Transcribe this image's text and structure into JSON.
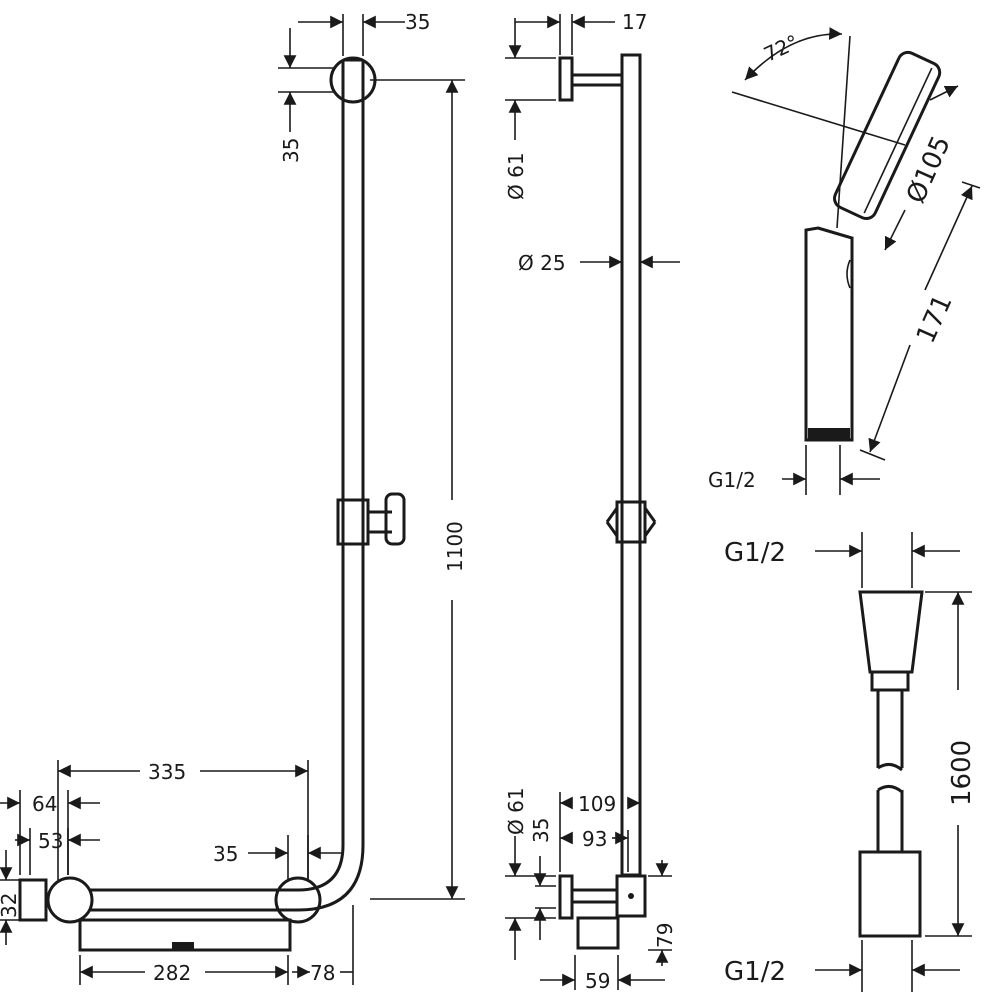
{
  "diagram": {
    "front_view": {
      "dim_top_width": "35",
      "dim_top_offset": "35",
      "dim_height": "1100",
      "dim_bottom_length": "335",
      "dim_64": "64",
      "dim_53": "53",
      "dim_35_bend": "35",
      "dim_32": "32",
      "dim_282": "282",
      "dim_78": "78"
    },
    "side_view": {
      "dim_17": "17",
      "dim_dia_61_top": "Ø 61",
      "dim_dia_25": "Ø 25",
      "dim_dia_61_bottom": "Ø 61",
      "dim_35": "35",
      "dim_109": "109",
      "dim_93": "93",
      "dim_79": "79",
      "dim_59": "59"
    },
    "hand_shower": {
      "dim_angle": "72°",
      "dim_dia_105": "Ø105",
      "dim_171": "171",
      "dim_thread": "G1/2"
    },
    "hose": {
      "thread_top": "G1/2",
      "length": "1600",
      "thread_bottom": "G1/2"
    }
  }
}
